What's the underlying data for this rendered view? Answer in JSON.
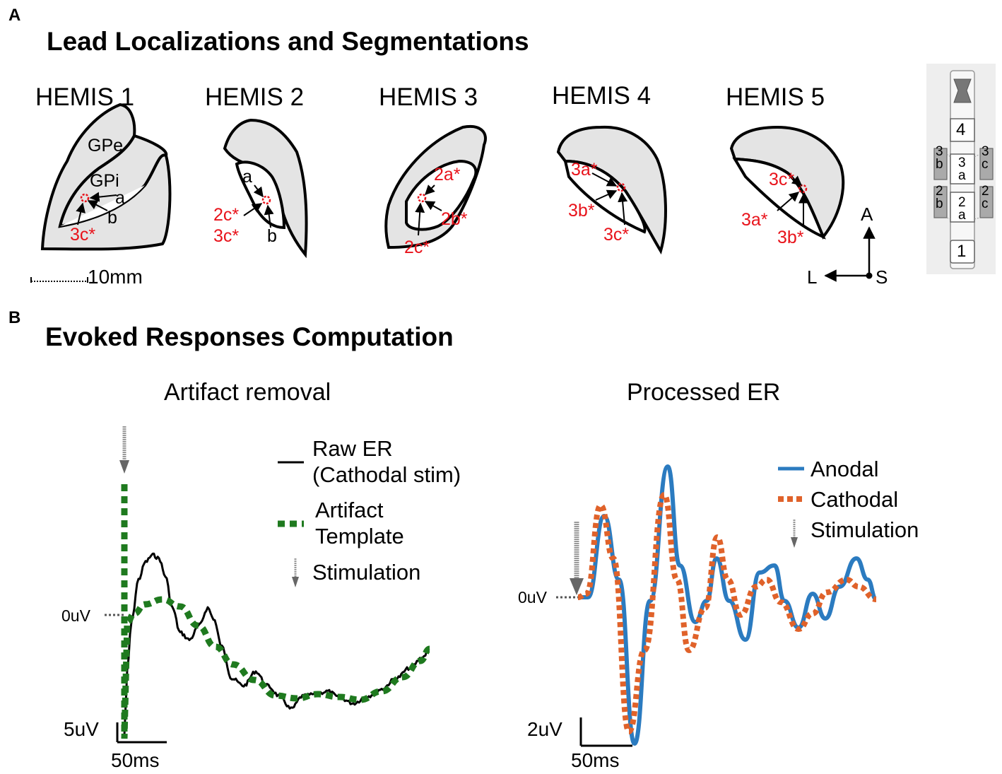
{
  "panel_a": {
    "letter": "A",
    "title": "Lead Localizations and Segmentations",
    "hemis": [
      {
        "title": "HEMIS 1",
        "labels": [
          "GPe",
          "GPi",
          "a",
          "b"
        ],
        "red_labels": [
          "3c*"
        ]
      },
      {
        "title": "HEMIS 2",
        "labels": [
          "a",
          "b"
        ],
        "red_labels": [
          "2c*",
          "3c*"
        ]
      },
      {
        "title": "HEMIS 3",
        "labels": [],
        "red_labels": [
          "2a*",
          "2b*",
          "2c*"
        ]
      },
      {
        "title": "HEMIS 4",
        "labels": [],
        "red_labels": [
          "3a*",
          "3b*",
          "3c*"
        ]
      },
      {
        "title": "HEMIS 5",
        "labels": [],
        "red_labels": [
          "3c*",
          "3a*",
          "3b*"
        ]
      }
    ],
    "scale_bar": "10mm",
    "orientation": {
      "anterior": "A",
      "lateral": "L",
      "superior": "S"
    },
    "lead": {
      "contacts": [
        "4",
        "3",
        "b",
        "3",
        "a",
        "3",
        "c",
        "2",
        "b",
        "2",
        "a",
        "2",
        "c",
        "1"
      ]
    }
  },
  "panel_b": {
    "letter": "B",
    "title": "Evoked Responses Computation",
    "left": {
      "title": "Artifact removal",
      "legend": {
        "raw_line1": "Raw ER",
        "raw_line2": "(Cathodal stim)",
        "template_line1": "Artifact",
        "template_line2": "Template",
        "stim": "Stimulation"
      },
      "zero_label": "0uV",
      "scale_y": "5uV",
      "scale_x": "50ms"
    },
    "right": {
      "title": "Processed ER",
      "legend": {
        "anodal": "Anodal",
        "cathodal": "Cathodal",
        "stim": "Stimulation"
      },
      "zero_label": "0uV",
      "scale_y": "2uV",
      "scale_x": "50ms"
    }
  },
  "colors": {
    "raw": "#000000",
    "template": "#1f7a1f",
    "anodal": "#2b7bc0",
    "cathodal": "#e0622a",
    "highlight": "#e8131b",
    "nucleus_fill": "#e4e4e4",
    "arrow_gray": "#666666"
  }
}
